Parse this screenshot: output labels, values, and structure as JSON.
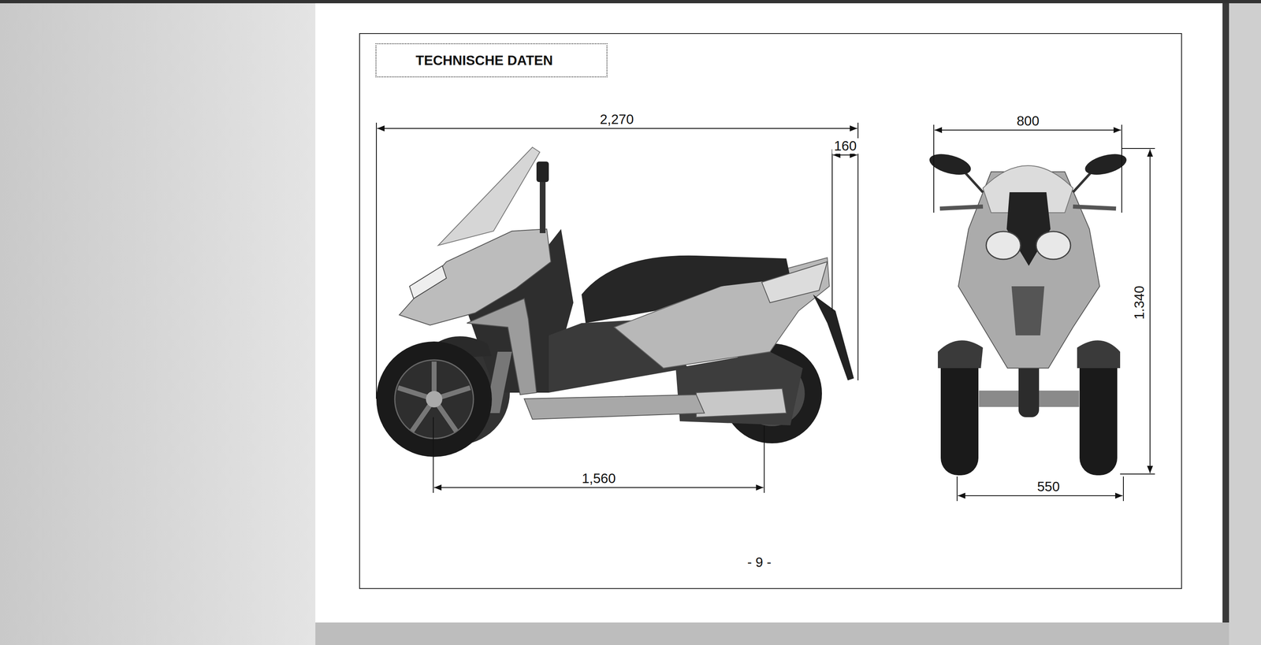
{
  "diagram": {
    "nodes": [
      {
        "text": [
          "TECHNISCHE DATEN"
        ]
      }
    ],
    "labels": [
      "2,270",
      "160",
      "1,560",
      "800",
      "1.340",
      "550",
      "- 9 -"
    ]
  }
}
